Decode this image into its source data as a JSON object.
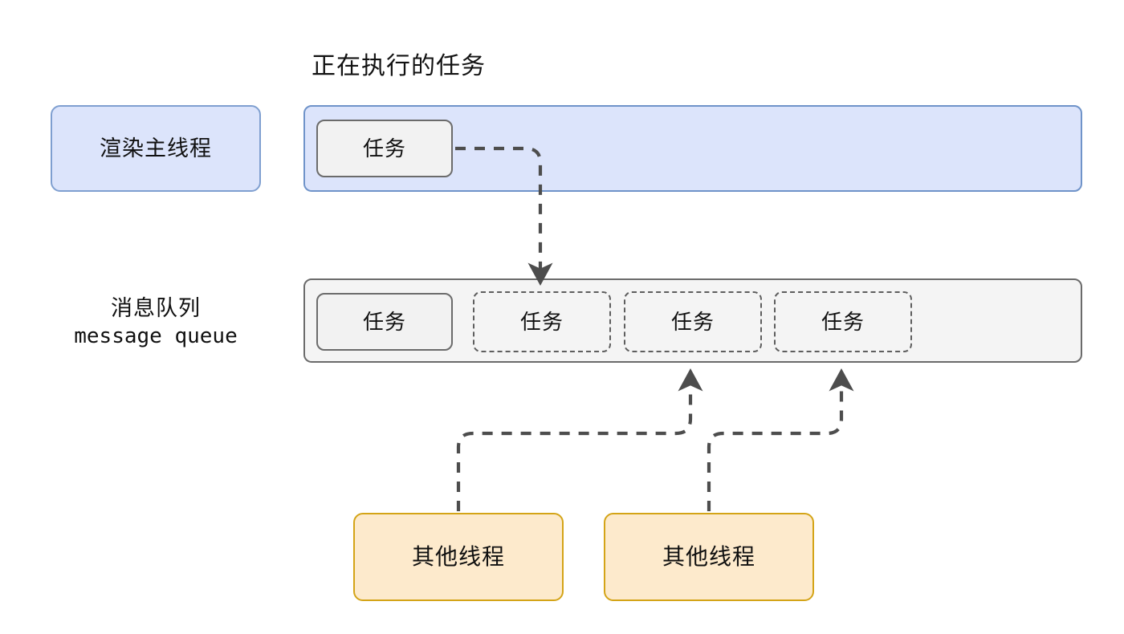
{
  "diagram": {
    "title": "正在执行的任务",
    "lanes": {
      "main_thread": {
        "label": "渲染主线程",
        "running_task": "任务"
      },
      "message_queue": {
        "label_cn": "消息队列",
        "label_en": "message queue",
        "slots": [
          {
            "label": "任务",
            "state": "active"
          },
          {
            "label": "任务",
            "state": "pending"
          },
          {
            "label": "任务",
            "state": "pending"
          },
          {
            "label": "任务",
            "state": "pending"
          }
        ]
      },
      "workers": [
        {
          "label": "其他线程"
        },
        {
          "label": "其他线程"
        }
      ]
    },
    "colors": {
      "main_thread_fill": "#dce4fb",
      "main_thread_stroke": "#6f93c9",
      "queue_fill": "#f4f4f4",
      "queue_stroke": "#6b6b6b",
      "task_fill": "#f2f2f2",
      "task_stroke": "#6b6b6b",
      "pending_task_stroke": "#5e5e5e",
      "worker_fill": "#fdeacc",
      "worker_stroke": "#d4a417",
      "arrow_stroke": "#4d4d4d",
      "text": "#101010",
      "background": "#ffffff"
    },
    "arrows": [
      {
        "name": "running-task-to-queue",
        "from": "main-thread-running-task",
        "to": "queue-slot-2"
      },
      {
        "name": "worker-1-to-queue",
        "from": "worker-1",
        "to": "queue-slot-3"
      },
      {
        "name": "worker-2-to-queue",
        "from": "worker-2",
        "to": "queue-slot-4"
      }
    ]
  }
}
